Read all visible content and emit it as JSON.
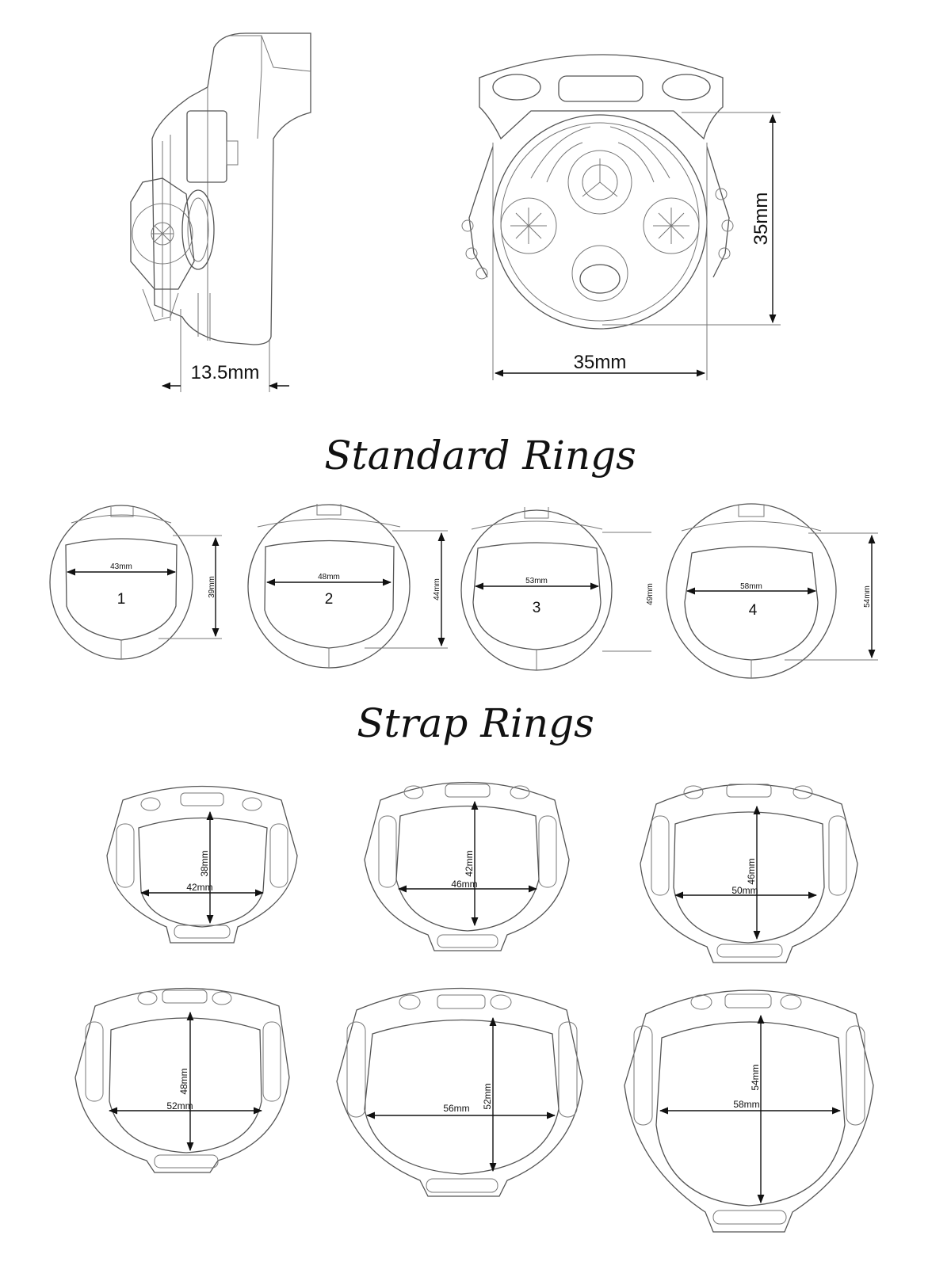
{
  "top_views": {
    "side_width_label": "13.5mm",
    "front_width_label": "35mm",
    "front_height_label": "35mm"
  },
  "sections": {
    "standard_title": "Standard Rings",
    "strap_title": "Strap Rings"
  },
  "standard_rings": [
    {
      "number": "1",
      "width": "43mm",
      "height": "39mm"
    },
    {
      "number": "2",
      "width": "48mm",
      "height": "44mm"
    },
    {
      "number": "3",
      "width": "53mm",
      "height": "49mm"
    },
    {
      "number": "4",
      "width": "58mm",
      "height": "54mm"
    }
  ],
  "strap_rings": [
    {
      "width": "42mm",
      "height": "38mm"
    },
    {
      "width": "46mm",
      "height": "42mm"
    },
    {
      "width": "50mm",
      "height": "46mm"
    },
    {
      "width": "52mm",
      "height": "48mm"
    },
    {
      "width": "56mm",
      "height": "52mm"
    },
    {
      "width": "58mm",
      "height": "54mm"
    }
  ]
}
